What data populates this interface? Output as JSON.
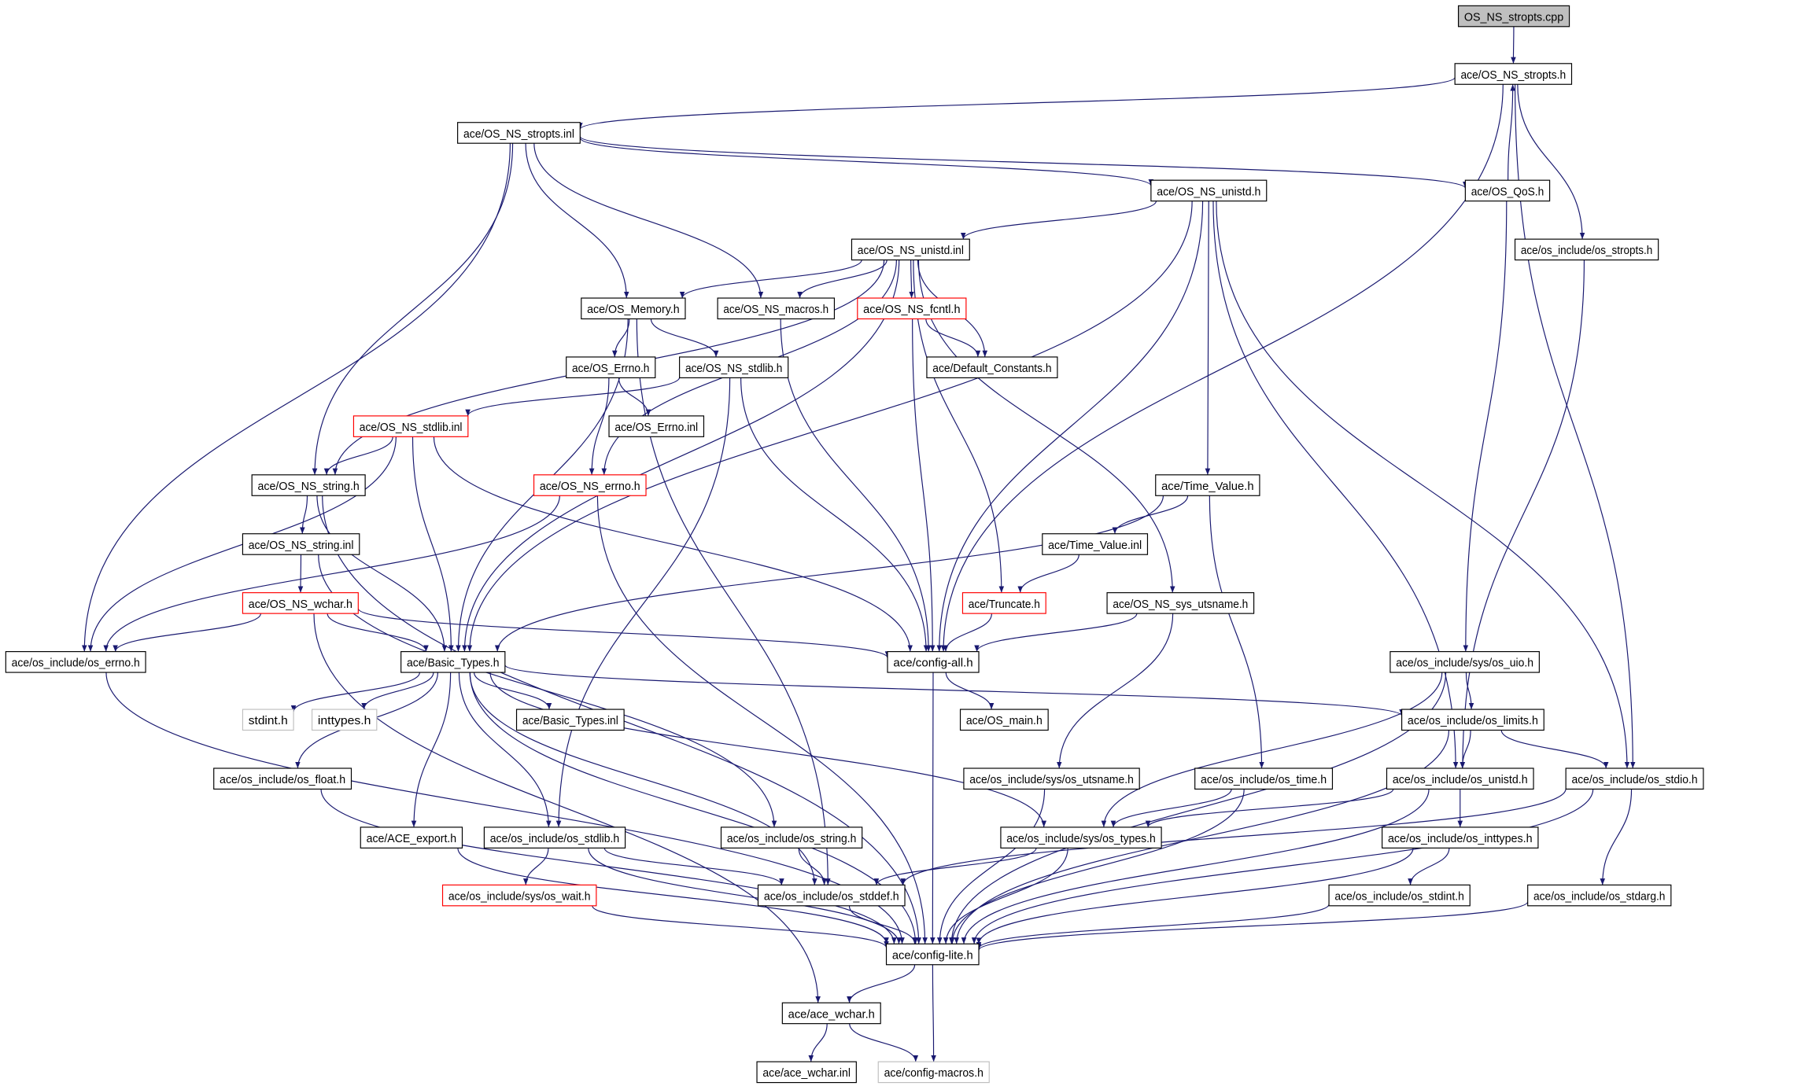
{
  "title": "OS_NS_stropts.cpp",
  "colors": {
    "edge": "#191970",
    "root_fill": "#bfbfbf",
    "missing_border": "#ff0000",
    "external_border": "#bfbfbf"
  },
  "nodes": [
    {
      "label": "OS_NS_stropts.cpp",
      "kind": "root"
    },
    {
      "label": "ace/OS_NS_stropts.h"
    },
    {
      "label": "ace/OS_NS_stropts.inl"
    },
    {
      "label": "ace/OS_QoS.h"
    },
    {
      "label": "ace/OS_NS_unistd.h"
    },
    {
      "label": "ace/os_include/os_stropts.h"
    },
    {
      "label": "ace/OS_NS_unistd.inl"
    },
    {
      "label": "ace/OS_Memory.h"
    },
    {
      "label": "ace/OS_NS_macros.h"
    },
    {
      "label": "ace/OS_NS_fcntl.h",
      "kind": "red"
    },
    {
      "label": "ace/OS_Errno.h"
    },
    {
      "label": "ace/OS_NS_stdlib.h"
    },
    {
      "label": "ace/Default_Constants.h"
    },
    {
      "label": "ace/OS_NS_stdlib.inl",
      "kind": "red"
    },
    {
      "label": "ace/OS_Errno.inl"
    },
    {
      "label": "ace/OS_NS_string.h"
    },
    {
      "label": "ace/OS_NS_errno.h",
      "kind": "red"
    },
    {
      "label": "ace/Time_Value.h"
    },
    {
      "label": "ace/OS_NS_string.inl"
    },
    {
      "label": "ace/Time_Value.inl"
    },
    {
      "label": "ace/OS_NS_wchar.h",
      "kind": "red"
    },
    {
      "label": "ace/Truncate.h",
      "kind": "red"
    },
    {
      "label": "ace/OS_NS_sys_utsname.h"
    },
    {
      "label": "ace/os_include/os_errno.h"
    },
    {
      "label": "ace/Basic_Types.h"
    },
    {
      "label": "ace/config-all.h"
    },
    {
      "label": "ace/os_include/sys/os_uio.h"
    },
    {
      "label": "stdint.h",
      "kind": "ext"
    },
    {
      "label": "inttypes.h",
      "kind": "ext"
    },
    {
      "label": "ace/Basic_Types.inl"
    },
    {
      "label": "ace/OS_main.h"
    },
    {
      "label": "ace/os_include/os_limits.h"
    },
    {
      "label": "ace/os_include/os_float.h"
    },
    {
      "label": "ace/os_include/sys/os_utsname.h"
    },
    {
      "label": "ace/os_include/os_time.h"
    },
    {
      "label": "ace/os_include/os_unistd.h"
    },
    {
      "label": "ace/os_include/os_stdio.h"
    },
    {
      "label": "ace/ACE_export.h"
    },
    {
      "label": "ace/os_include/os_stdlib.h"
    },
    {
      "label": "ace/os_include/os_string.h"
    },
    {
      "label": "ace/os_include/sys/os_types.h"
    },
    {
      "label": "ace/os_include/os_inttypes.h"
    },
    {
      "label": "ace/os_include/sys/os_wait.h",
      "kind": "red"
    },
    {
      "label": "ace/os_include/os_stddef.h"
    },
    {
      "label": "ace/os_include/os_stdint.h"
    },
    {
      "label": "ace/os_include/os_stdarg.h"
    },
    {
      "label": "ace/config-lite.h"
    },
    {
      "label": "ace/ace_wchar.h"
    },
    {
      "label": "ace/ace_wchar.inl"
    },
    {
      "label": "ace/config-macros.h",
      "kind": "ext"
    }
  ],
  "edges": [
    [
      0,
      1
    ],
    [
      1,
      2
    ],
    [
      1,
      25
    ],
    [
      1,
      5
    ],
    [
      1,
      36
    ],
    [
      3,
      1
    ],
    [
      2,
      23
    ],
    [
      2,
      15
    ],
    [
      2,
      7
    ],
    [
      2,
      8
    ],
    [
      2,
      4
    ],
    [
      2,
      3
    ],
    [
      4,
      6
    ],
    [
      4,
      24
    ],
    [
      4,
      17
    ],
    [
      4,
      25
    ],
    [
      4,
      35
    ],
    [
      4,
      36
    ],
    [
      6,
      7
    ],
    [
      6,
      8
    ],
    [
      6,
      9
    ],
    [
      6,
      12
    ],
    [
      6,
      15
    ],
    [
      6,
      16
    ],
    [
      6,
      21
    ],
    [
      6,
      22
    ],
    [
      6,
      24
    ],
    [
      3,
      26
    ],
    [
      5,
      35
    ],
    [
      7,
      10
    ],
    [
      7,
      11
    ],
    [
      7,
      24
    ],
    [
      7,
      43
    ],
    [
      8,
      25
    ],
    [
      9,
      12
    ],
    [
      9,
      25
    ],
    [
      10,
      14
    ],
    [
      10,
      16
    ],
    [
      11,
      13
    ],
    [
      11,
      25
    ],
    [
      11,
      38
    ],
    [
      13,
      15
    ],
    [
      13,
      24
    ],
    [
      13,
      25
    ],
    [
      13,
      23
    ],
    [
      15,
      18
    ],
    [
      15,
      24
    ],
    [
      15,
      46
    ],
    [
      16,
      23
    ],
    [
      16,
      46
    ],
    [
      17,
      19
    ],
    [
      17,
      24
    ],
    [
      17,
      34
    ],
    [
      19,
      21
    ],
    [
      21,
      25
    ],
    [
      22,
      25
    ],
    [
      22,
      33
    ],
    [
      18,
      20
    ],
    [
      18,
      39
    ],
    [
      20,
      23
    ],
    [
      20,
      24
    ],
    [
      20,
      25
    ],
    [
      20,
      47
    ],
    [
      23,
      46
    ],
    [
      24,
      27
    ],
    [
      24,
      28
    ],
    [
      24,
      29
    ],
    [
      24,
      32
    ],
    [
      24,
      37
    ],
    [
      24,
      38
    ],
    [
      24,
      46
    ],
    [
      24,
      31
    ],
    [
      24,
      40
    ],
    [
      24,
      43
    ],
    [
      25,
      30
    ],
    [
      25,
      46
    ],
    [
      26,
      31
    ],
    [
      26,
      40
    ],
    [
      26,
      46
    ],
    [
      31,
      35
    ],
    [
      31,
      36
    ],
    [
      31,
      46
    ],
    [
      32,
      46
    ],
    [
      33,
      46
    ],
    [
      34,
      40
    ],
    [
      34,
      46
    ],
    [
      35,
      41
    ],
    [
      35,
      40
    ],
    [
      35,
      46
    ],
    [
      36,
      45
    ],
    [
      36,
      43
    ],
    [
      36,
      46
    ],
    [
      37,
      46
    ],
    [
      38,
      42
    ],
    [
      38,
      43
    ],
    [
      38,
      46
    ],
    [
      39,
      43
    ],
    [
      40,
      43
    ],
    [
      40,
      46
    ],
    [
      41,
      44
    ],
    [
      41,
      46
    ],
    [
      42,
      46
    ],
    [
      43,
      46
    ],
    [
      44,
      46
    ],
    [
      45,
      46
    ],
    [
      46,
      47
    ],
    [
      46,
      49
    ],
    [
      47,
      48
    ],
    [
      47,
      49
    ]
  ]
}
